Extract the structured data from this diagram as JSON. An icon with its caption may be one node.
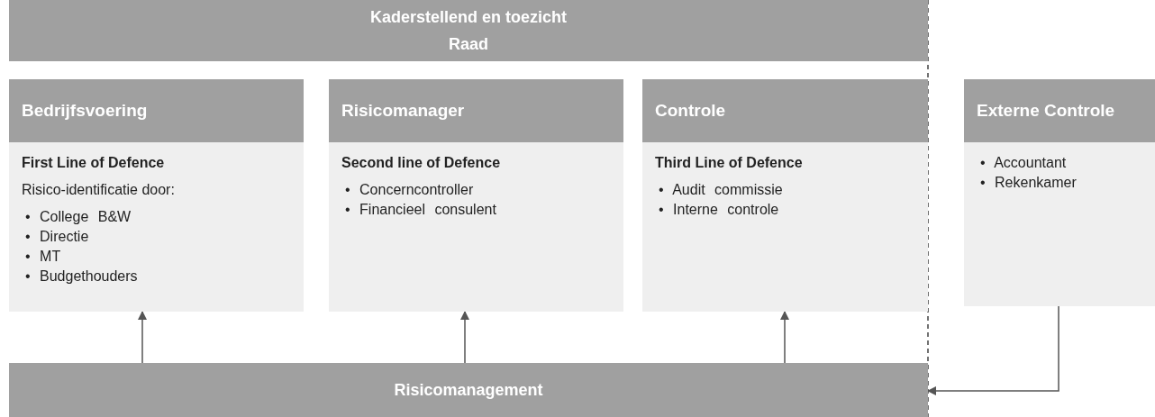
{
  "diagram": {
    "nodes": [
      {
        "text": [
          "Kaderstellend en toezicht",
          "Raad"
        ]
      },
      {
        "text": [
          "Bedrijfsvoering",
          "First Line of Defence",
          "Risico-identificatie door:",
          "• College B&W",
          "• Directie",
          "• MT",
          "• Budgethouders"
        ]
      },
      {
        "text": [
          "Risicomanager",
          "Second line of Defence",
          "• Concerncontroller",
          "• Financieel consulent"
        ]
      },
      {
        "text": [
          "Controle",
          "Third Line of Defence",
          "• Audit commissie",
          "• Interne controle"
        ]
      },
      {
        "text": [
          "Externe Controle",
          "• Accountant",
          "• Rekenkamer"
        ]
      },
      {
        "text": [
          "Risicomanagement"
        ]
      }
    ],
    "edges": [
      {
        "from": 5,
        "to": 1,
        "arrow": "to"
      },
      {
        "from": 5,
        "to": 2,
        "arrow": "to"
      },
      {
        "from": 5,
        "to": 3,
        "arrow": "to"
      },
      {
        "from": 4,
        "to": 5,
        "arrow": "to"
      }
    ]
  }
}
